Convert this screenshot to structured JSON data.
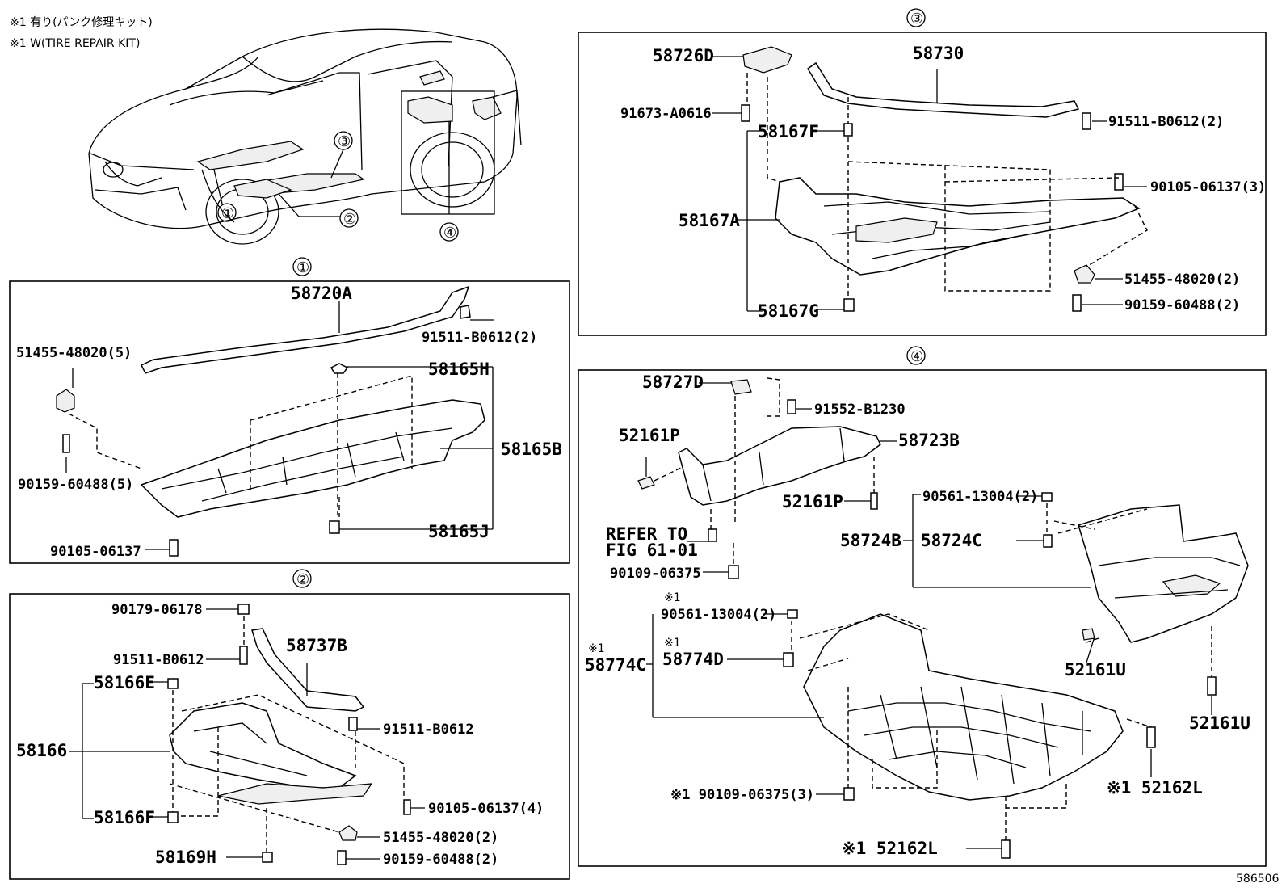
{
  "notes": {
    "line1": "※1 有り(パンク修理キット)",
    "line2": "※1 W(TIRE REPAIR KIT)"
  },
  "figure_id": "586506",
  "callouts": {
    "c1": "①",
    "c2": "②",
    "c3": "③",
    "c4": "④"
  },
  "panel1": {
    "title": "①",
    "labels": {
      "p58720A": "58720A",
      "p91511": "91511-B0612(2)",
      "p51455": "51455-48020(5)",
      "p58165H": "58165H",
      "p58165B": "58165B",
      "p90159": "90159-60488(5)",
      "p58165J": "58165J",
      "p90105": "90105-06137"
    }
  },
  "panel2": {
    "title": "②",
    "labels": {
      "p90179": "90179-06178",
      "p58737B": "58737B",
      "p91511a": "91511-B0612",
      "p58166E": "58166E",
      "p58166": "58166",
      "p91511b": "91511-B0612",
      "p90105": "90105-06137(4)",
      "p58166F": "58166F",
      "p51455": "51455-48020(2)",
      "p58169H": "58169H",
      "p90159": "90159-60488(2)"
    }
  },
  "panel3": {
    "title": "③",
    "labels": {
      "p58726D": "58726D",
      "p58730": "58730",
      "p91673": "91673-A0616",
      "p91511": "91511-B0612(2)",
      "p58167F": "58167F",
      "p90105": "90105-06137(3)",
      "p58167A": "58167A",
      "p51455": "51455-48020(2)",
      "p58167G": "58167G",
      "p90159": "90159-60488(2)"
    }
  },
  "panel4": {
    "title": "④",
    "labels": {
      "p58727D": "58727D",
      "p91552": "91552-B1230",
      "p52161P_a": "52161P",
      "p58723B": "58723B",
      "p52161P_b": "52161P",
      "p90561_a": "90561-13004(2)",
      "refer1": "REFER TO",
      "refer2": "FIG 61-01",
      "p58724B": "58724B",
      "p58724C": "58724C",
      "p90109_a": "90109-06375",
      "mark1a": "※1",
      "p90561_b": "90561-13004(2)",
      "mark1b": "※1",
      "mark1c": "※1",
      "p58774C": "58774C",
      "p58774D": "58774D",
      "p52161U_a": "52161U",
      "p52161U_b": "52161U",
      "p90109_b": "※1 90109-06375(3)",
      "p52162L_a": "※1 52162L",
      "p52162L_b": "※1 52162L"
    }
  }
}
